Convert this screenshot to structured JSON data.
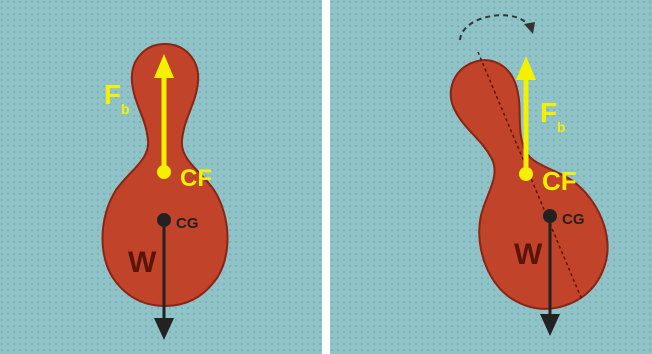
{
  "colors": {
    "background": "#8fc3c8",
    "dots": "#6fa9ae",
    "body": "#c0432a",
    "body_outline": "#8a2414",
    "buoyancy": "#f5f000",
    "weight": "#222222",
    "spin": "#333333"
  },
  "panels": [
    {
      "id": "upright",
      "buoyancy_label": "F",
      "buoyancy_subscript": "b",
      "center_of_flotation_label": "CF",
      "center_of_gravity_label": "CG",
      "weight_label": "W"
    },
    {
      "id": "tilted",
      "buoyancy_label": "F",
      "buoyancy_subscript": "b",
      "center_of_flotation_label": "CF",
      "center_of_gravity_label": "CG",
      "weight_label": "W",
      "rotation_icon": "curved-arrow-icon"
    }
  ]
}
